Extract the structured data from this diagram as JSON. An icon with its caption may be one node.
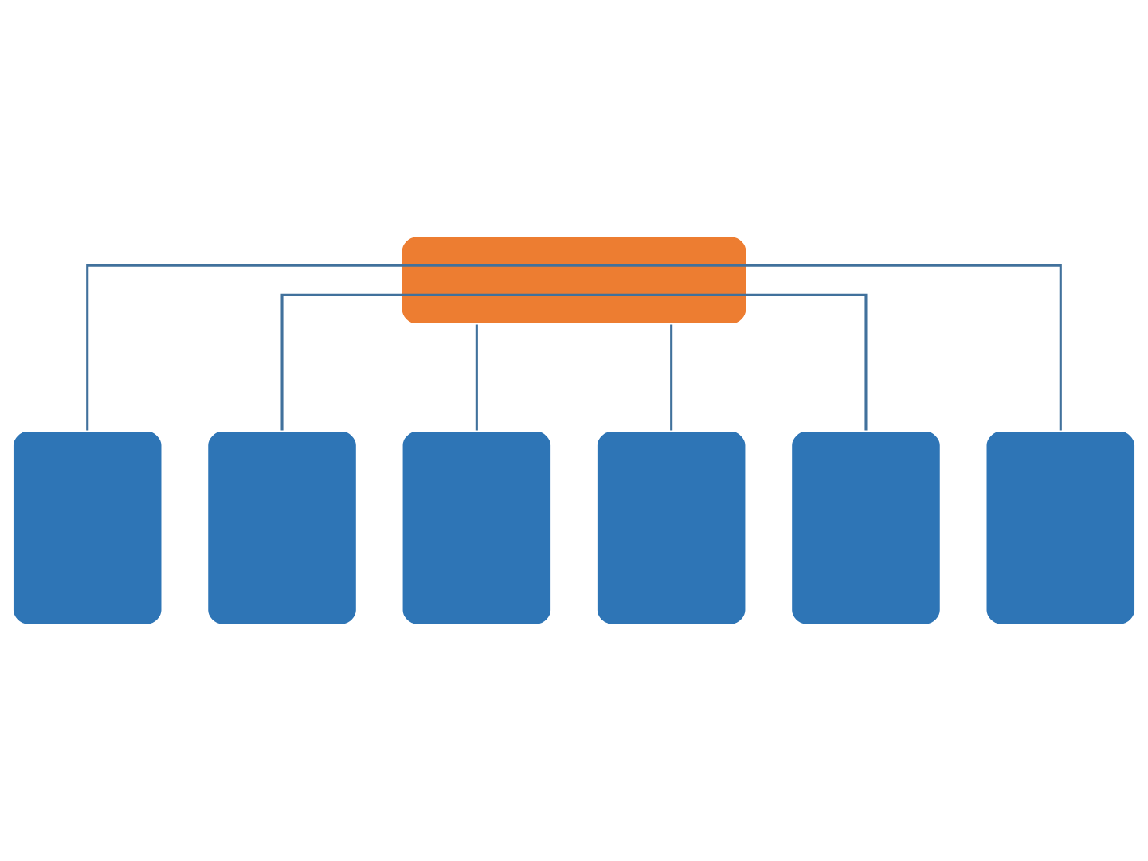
{
  "diagram": {
    "nodes": [
      {
        "text": [],
        "shape": "box"
      },
      {
        "text": [],
        "shape": "box"
      },
      {
        "text": [],
        "shape": "box"
      },
      {
        "text": [],
        "shape": "box"
      },
      {
        "text": [],
        "shape": "box"
      },
      {
        "text": [],
        "shape": "box"
      },
      {
        "text": [],
        "shape": "box"
      }
    ],
    "edges": [
      {
        "from": 0,
        "to": 1,
        "arrow": "none"
      },
      {
        "from": 0,
        "to": 2,
        "arrow": "none"
      },
      {
        "from": 0,
        "to": 3,
        "arrow": "none"
      },
      {
        "from": 0,
        "to": 4,
        "arrow": "none"
      },
      {
        "from": 0,
        "to": 5,
        "arrow": "none"
      },
      {
        "from": 0,
        "to": 6,
        "arrow": "none"
      }
    ]
  }
}
